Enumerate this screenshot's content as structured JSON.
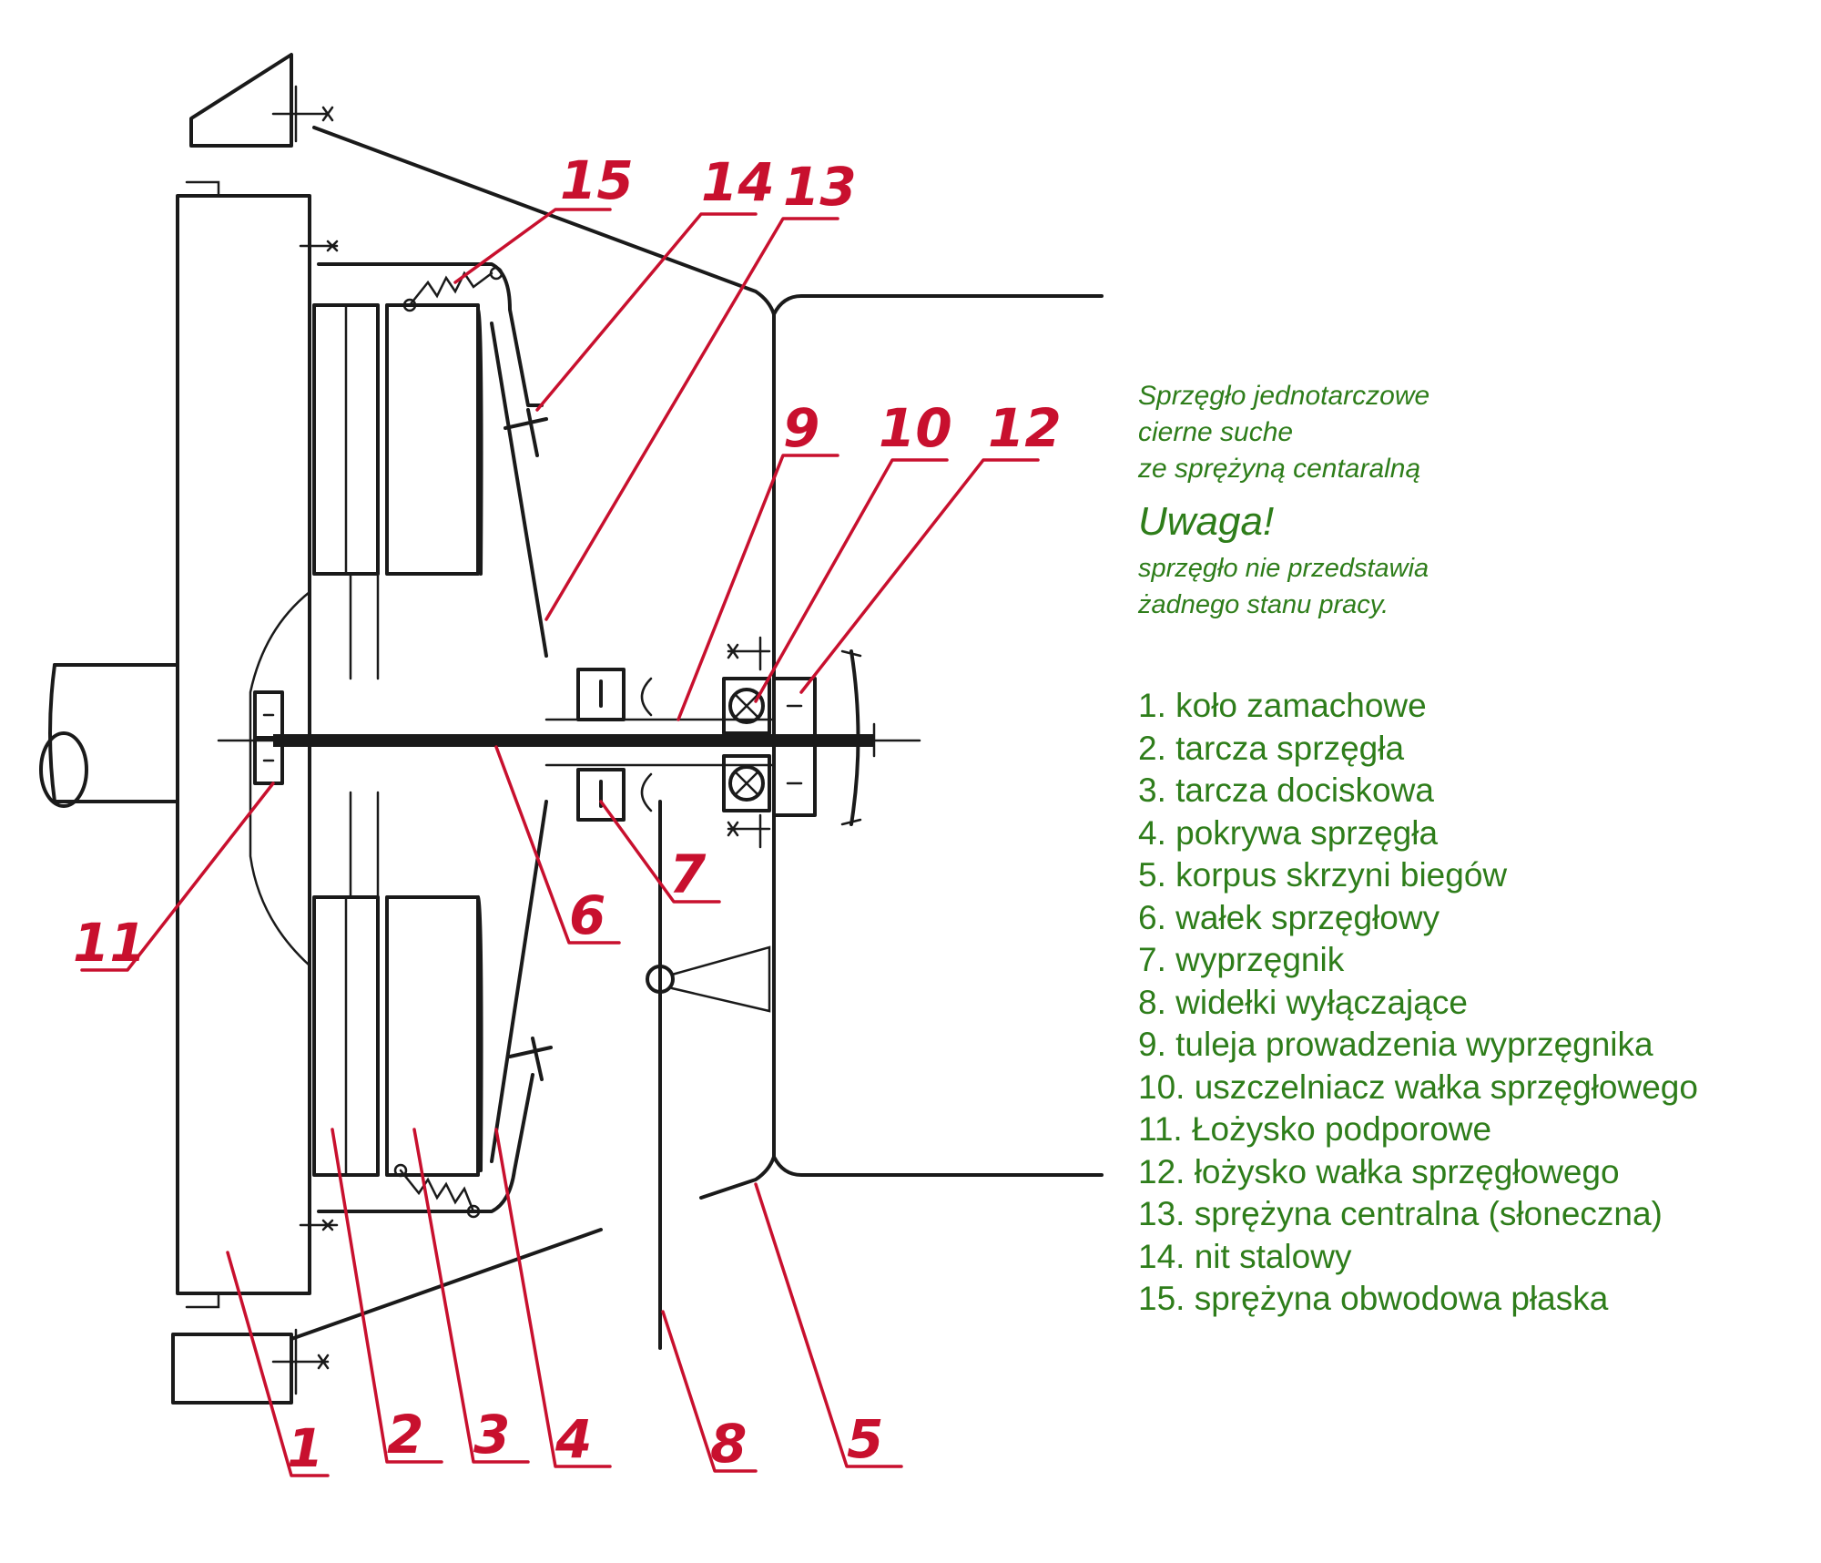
{
  "description": [
    "Sprzęgło jednotarczowe",
    "cierne suche",
    "ze sprężyną centaralną"
  ],
  "note": {
    "title": "Uwaga!",
    "lines": [
      "sprzęgło nie przedstawia",
      "żadnego stanu pracy."
    ]
  },
  "legend": [
    "1. koło zamachowe",
    "2. tarcza sprzęgła",
    "3. tarcza dociskowa",
    "4. pokrywa sprzęgła",
    "5. korpus skrzyni biegów",
    "6. wałek sprzęgłowy",
    "7. wyprzęgnik",
    "8. widełki wyłączające",
    "9. tuleja prowadzenia wyprzęgnika",
    "10. uszczelniacz wałka sprzęgłowego",
    "11. Łożysko podporowe",
    "12. łożysko wałka sprzęgłowego",
    "13. sprężyna centralna (słoneczna)",
    "14. nit stalowy",
    "15. sprężyna obwodowa płaska"
  ],
  "callouts": [
    "1",
    "2",
    "3",
    "4",
    "5",
    "6",
    "7",
    "8",
    "9",
    "10",
    "11",
    "12",
    "13",
    "14",
    "15"
  ],
  "colors": {
    "callout": "#c8102e",
    "text": "#2e7d1a",
    "ink": "#1a1a1a"
  }
}
